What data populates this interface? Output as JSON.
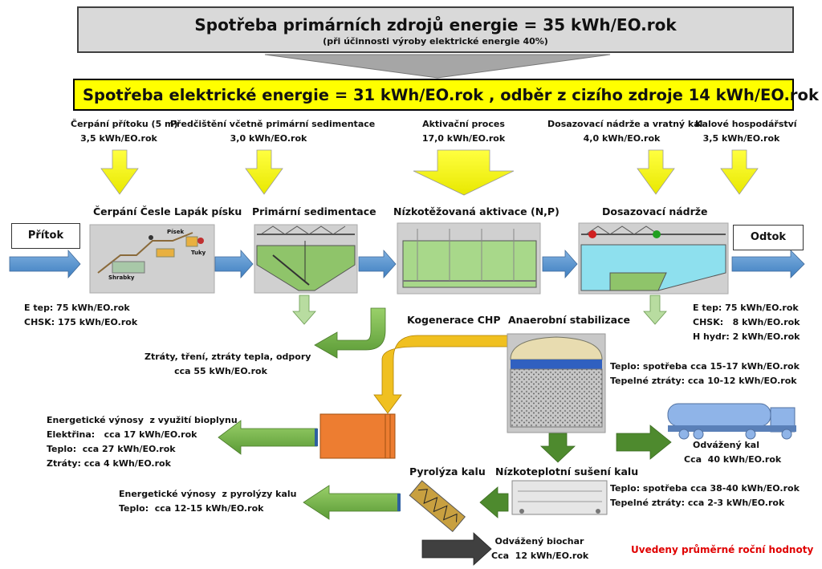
{
  "top": {
    "title": "Spotřeba primárních zdrojů energie = 35 kWh/EO.rok",
    "subtitle": "(při účinnosti výroby elektrické energie 40%)"
  },
  "electric": {
    "title": "Spotřeba elektrické energie = 31 kWh/EO.rok , odběr z cizího zdroje 14 kWh/EO.rok"
  },
  "consumers": [
    {
      "label": "Čerpání přítoku (5 m)",
      "value": "3,5 kWh/EO.rok"
    },
    {
      "label": "Předčištění včetně primární sedimentace",
      "value": "3,0 kWh/EO.rok"
    },
    {
      "label": "Aktivační proces",
      "value": "17,0 kWh/EO.rok"
    },
    {
      "label": "Dosazovací nádrže a vratný kal",
      "value": "4,0 kWh/EO.rok"
    },
    {
      "label": "Kalové hospodářství",
      "value": "3,5 kWh/EO.rok"
    }
  ],
  "stages": {
    "pumping": "Čerpání  Česle Lapák písku",
    "primary": "Primární sedimentace",
    "activation": "Nízkotěžovaná aktivace (N,P)",
    "secondary": "Dosazovací nádrže"
  },
  "sketch_labels": {
    "pisek": "Písek",
    "tuky": "Tuky",
    "shrabky": "Shrabky"
  },
  "inflow": {
    "label": "Přítok",
    "lines": [
      "E tep: 75 kWh/EO.rok",
      "CHSK: 175 kWh/EO.rok"
    ]
  },
  "outflow": {
    "label": "Odtok",
    "lines": [
      "E tep: 75 kWh/EO.rok",
      "CHSK:   8 kWh/EO.rok",
      "H hydr: 2 kWh/EO.rok"
    ]
  },
  "chp": {
    "label": "Kogenerace CHP"
  },
  "anaerobic": {
    "label": "Anaerobní stabilizace",
    "lines": [
      "Teplo: spotřeba cca 15-17 kWh/EO.rok",
      "Tepelné ztráty: cca 10-12 kWh/EO.rok"
    ]
  },
  "losses": {
    "lines": [
      "Ztráty, tření, ztráty tepla, odpory",
      "cca 55 kWh/EO.rok"
    ]
  },
  "biogas": {
    "lines": [
      "Energetické výnosy  z využití bioplynu",
      "Elektřina:   cca 17 kWh/EO.rok",
      "Teplo:  cca 27 kWh/EO.rok",
      "Ztráty: cca 4 kWh/EO.rok"
    ]
  },
  "sludge": {
    "lines": [
      "Odvážený kal",
      "Cca  40 kWh/EO.rok"
    ]
  },
  "pyrolysis": {
    "label": "Pyrolýza kalu",
    "lines": [
      "Energetické výnosy  z pyrolýzy kalu",
      "Teplo:  cca 12-15 kWh/EO.rok"
    ]
  },
  "drying": {
    "label": "Nízkoteplotní sušení kalu",
    "lines": [
      "Teplo: spotřeba cca 38-40 kWh/EO.rok",
      "Tepelné ztráty: cca 2-3 kWh/EO.rok"
    ]
  },
  "biochar": {
    "lines": [
      "Odvážený biochar",
      "Cca  12 kWh/EO.rok"
    ]
  },
  "note": "Uvedeny průměrné roční hodnoty",
  "colors": {
    "yellow": "#ffff00",
    "blue_arrow": "#5b9bd5",
    "green_arrow": "#70ad47",
    "orange": "#ed7d31",
    "note_red": "#e00000"
  }
}
